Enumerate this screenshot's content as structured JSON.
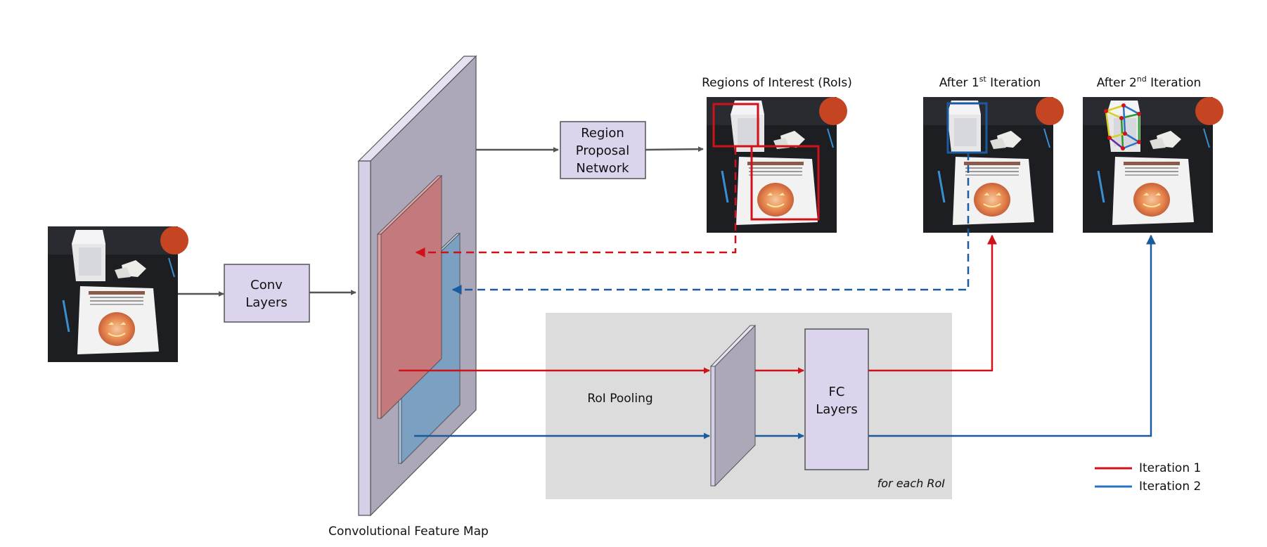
{
  "labels": {
    "conv_layers_line1": "Conv",
    "conv_layers_line2": "Layers",
    "rpn_line1": "Region",
    "rpn_line2": "Proposal",
    "rpn_line3": "Network",
    "fc_line1": "FC",
    "fc_line2": "Layers",
    "roi_pooling": "RoI Pooling",
    "for_each_roi": "for each RoI",
    "feature_map": "Convolutional Feature Map",
    "regions_of_interest": "Regions of Interest (RoIs)",
    "after_first_prefix": "After 1",
    "after_first_sup": "st",
    "after_second_prefix": "After 2",
    "after_second_sup": "nd",
    "iteration_word": " Iteration"
  },
  "legend": [
    {
      "label": "Iteration 1",
      "color": "#d0111a"
    },
    {
      "label": "Iteration 2",
      "color": "#2a73c4"
    }
  ],
  "colors": {
    "iteration1": "#d0111a",
    "iteration2": "#1a5a9e",
    "box_fill": "#dcd4ec",
    "feature_map_fill": "#aca8ba",
    "feature_map_side": "#d6cfe8",
    "red_plane": "#c47a7d",
    "blue_plane": "#7ba0c2",
    "pool_region": "#dcdcdc",
    "arrow_gray": "#555555"
  },
  "icons": [
    "input-photo-icon",
    "rois-photo-icon",
    "iteration1-photo-icon",
    "iteration2-photo-icon"
  ]
}
